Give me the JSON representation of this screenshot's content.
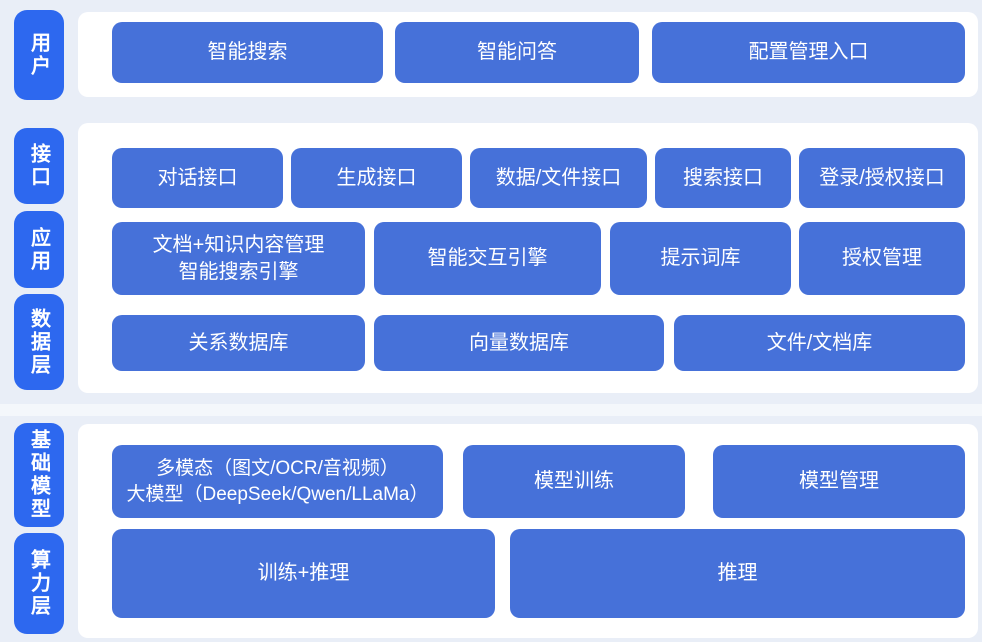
{
  "palette": {
    "background": "#e9eef7",
    "panel_white": "#ffffff",
    "block_blue": "#4671d9",
    "rail_blue": "#2d68ef",
    "text_white": "#ffffff"
  },
  "rails": {
    "user": "用户",
    "interface": "接口",
    "application": "应用",
    "data": "数据层",
    "foundation_model": "基础模型",
    "compute": "算力层"
  },
  "user_layer": {
    "smart_search": "智能搜索",
    "smart_qa": "智能问答",
    "config_entry": "配置管理入口"
  },
  "interface_row": {
    "dialog_api": "对话接口",
    "generation_api": "生成接口",
    "data_file_api": "数据/文件接口",
    "search_api": "搜索接口",
    "login_auth_api": "登录/授权接口"
  },
  "application_row": {
    "doc_knowledge_engine_line1": "文档+知识内容管理",
    "doc_knowledge_engine_line2": "智能搜索引擎",
    "interactive_engine": "智能交互引擎",
    "prompt_library": "提示词库",
    "auth_management": "授权管理"
  },
  "data_row": {
    "relational_db": "关系数据库",
    "vector_db": "向量数据库",
    "file_doc_store": "文件/文档库"
  },
  "model_row": {
    "multimodal_llm_line1": "多模态（图文/OCR/音视频）",
    "multimodal_llm_line2": "大模型（DeepSeek/Qwen/LLaMa）",
    "model_training": "模型训练",
    "model_management": "模型管理"
  },
  "compute_row": {
    "training_inference": "训练+推理",
    "inference": "推理"
  }
}
